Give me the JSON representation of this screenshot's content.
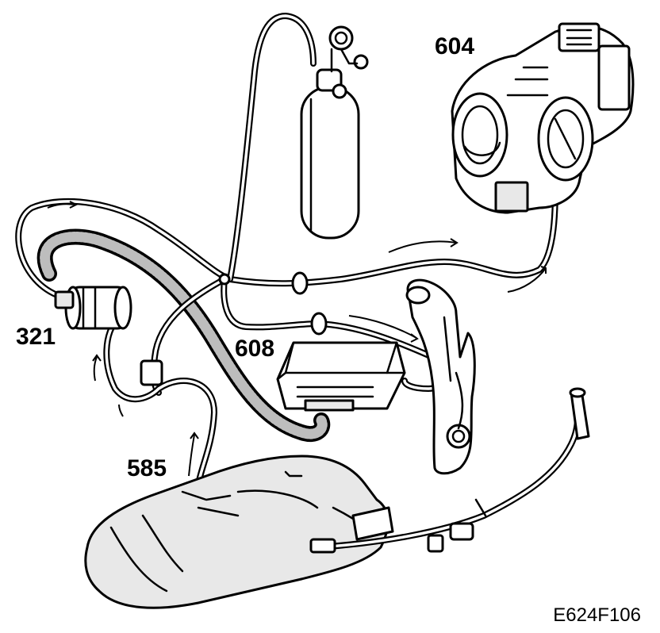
{
  "callouts": {
    "c604": "604",
    "c321": "321",
    "c608": "608",
    "c585": "585"
  },
  "figure_code": "E624F106"
}
